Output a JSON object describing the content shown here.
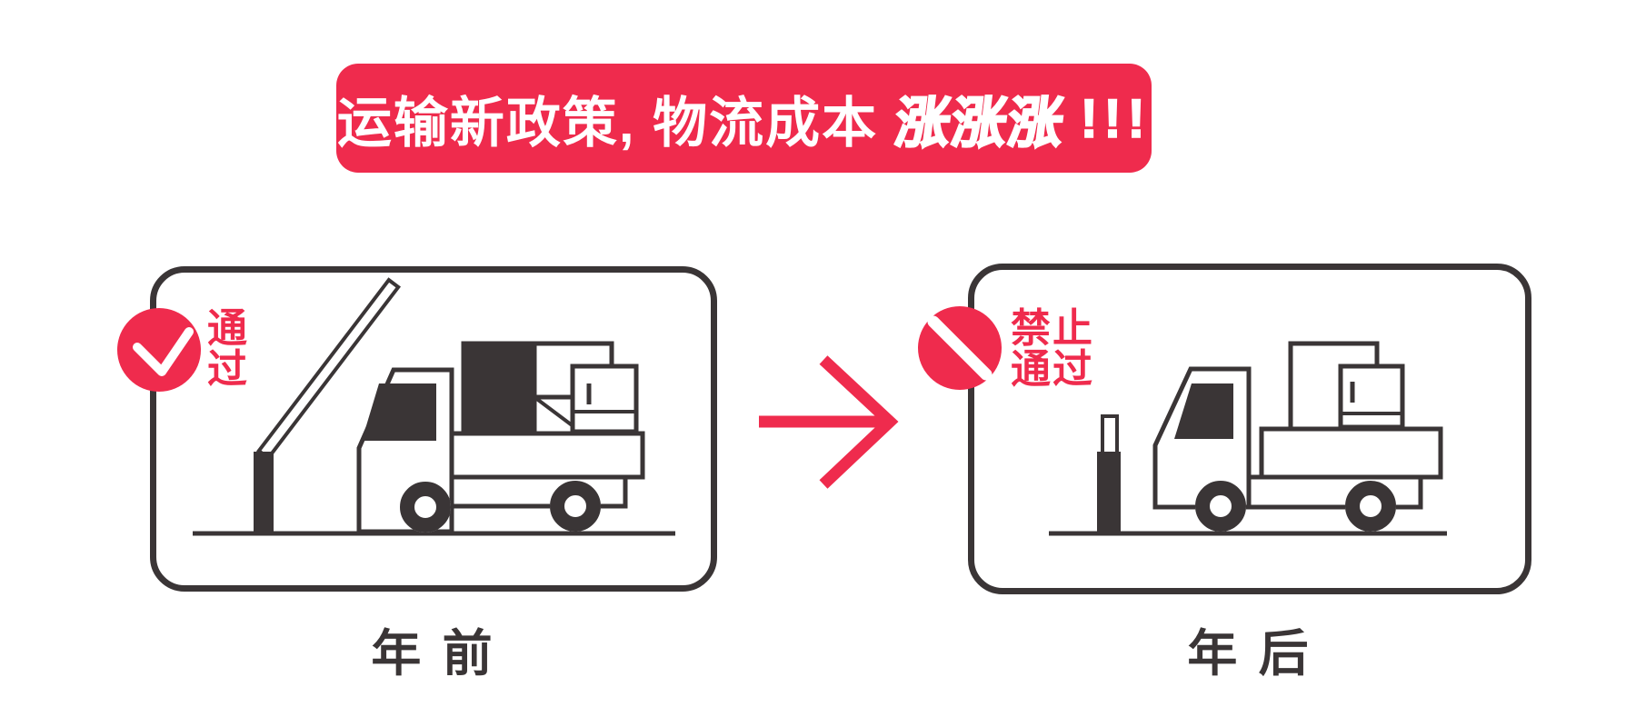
{
  "colors": {
    "accent_red": "#EF2B4D",
    "ink": "#3A3536",
    "background": "#FFFFFF"
  },
  "banner": {
    "text": "运输新政策, 物流成本",
    "emphasis": "涨涨涨",
    "exclaim": "!!!"
  },
  "panels": {
    "before": {
      "badge_icon": "check-icon",
      "badge_text": "通过",
      "caption": "年 前",
      "scene": "loaded-truck-passing-open-barrier-gate"
    },
    "after": {
      "badge_icon": "no-entry-icon",
      "badge_text": "禁止通过",
      "caption": "年 后",
      "scene": "light-truck-blocked-by-closed-barrier-post"
    }
  },
  "arrow": {
    "icon": "arrow-right-icon",
    "direction": "before-to-after"
  }
}
